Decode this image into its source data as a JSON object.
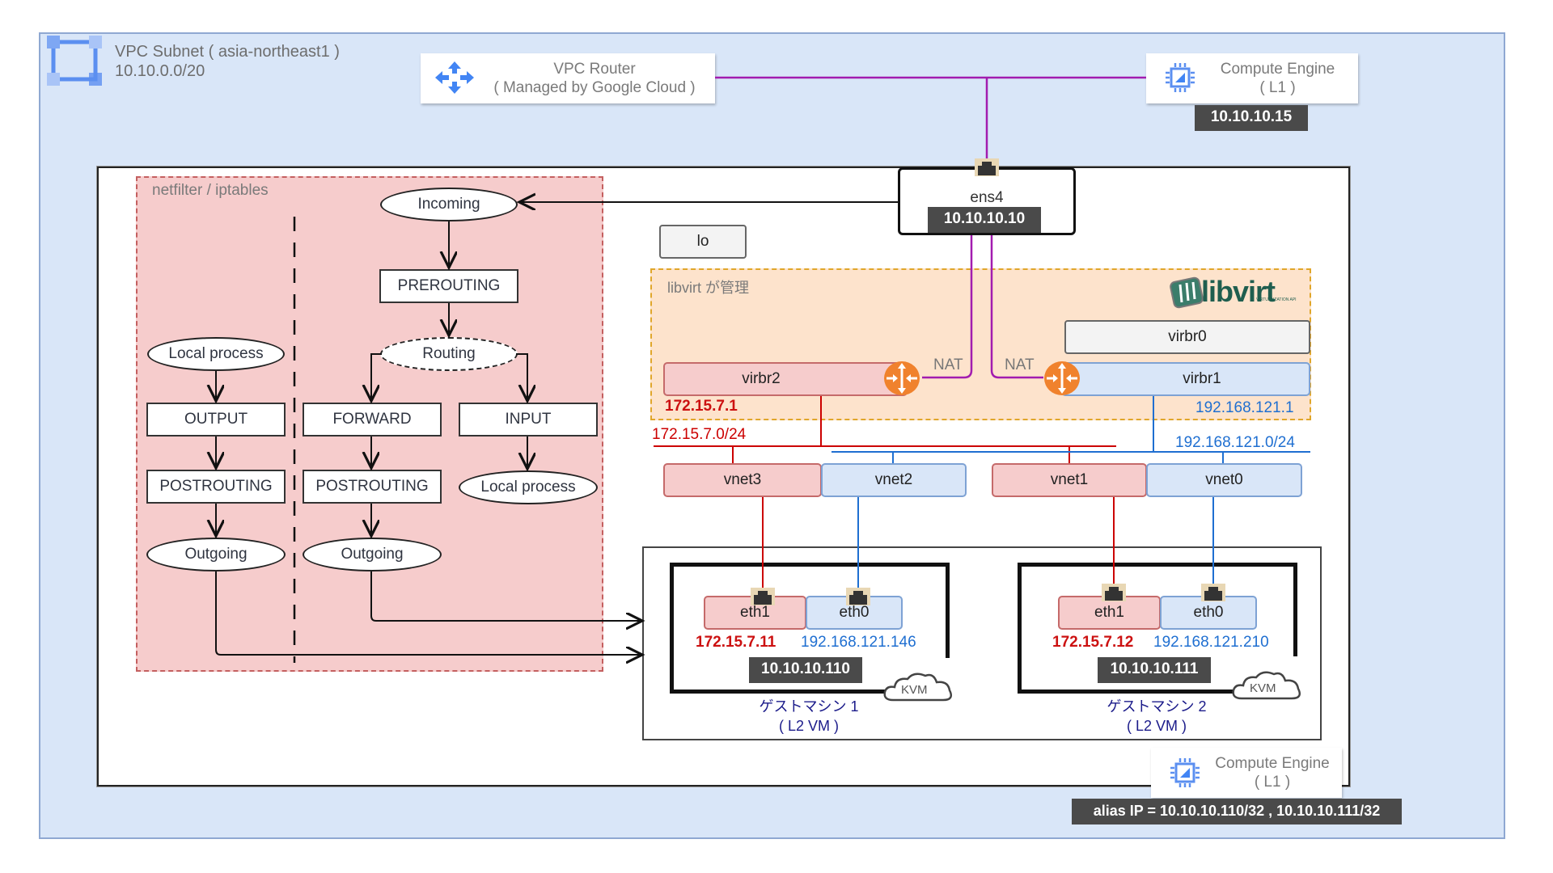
{
  "vpc_subnet": {
    "title": "VPC Subnet ( asia-northeast1 )",
    "cidr": "10.10.0.0/20",
    "icon": "vpc-subnet-icon",
    "color": "#d9e6f8"
  },
  "vpc_router": {
    "title": "VPC Router",
    "subtitle": "( Managed by Google Cloud )",
    "icon": "vpc-router-icon"
  },
  "compute_engine_top": {
    "title": "Compute Engine",
    "subtitle": "( L1 )",
    "ip": "10.10.10.15",
    "icon": "compute-engine-icon"
  },
  "compute_engine_bottom": {
    "title": "Compute Engine",
    "subtitle": "( L1 )",
    "alias_ip": "alias IP = 10.10.10.110/32 , 10.10.10.111/32",
    "icon": "compute-engine-icon"
  },
  "ens4": {
    "name": "ens4",
    "ip": "10.10.10.10",
    "icon": "ethernet-port-icon"
  },
  "lo": {
    "name": "lo"
  },
  "netfilter": {
    "title": "netfilter / iptables",
    "nodes": {
      "incoming": "Incoming",
      "prerouting": "PREROUTING",
      "routing": "Routing",
      "forward": "FORWARD",
      "input": "INPUT",
      "postrouting_fwd": "POSTROUTING",
      "local_process_in": "Local process",
      "outgoing_fwd": "Outgoing",
      "local_process_out": "Local process",
      "output": "OUTPUT",
      "postrouting_out": "POSTROUTING",
      "outgoing_out": "Outgoing"
    },
    "color": "#f6cccc"
  },
  "libvirt": {
    "title": "libvirt が管理",
    "logo_text": "libvirt",
    "logo_sub": "VIRTUALIZATION API",
    "color": "#fde3cc",
    "bridges": {
      "virbr0": {
        "name": "virbr0"
      },
      "virbr1": {
        "name": "virbr1",
        "ip": "192.168.121.1",
        "nat_label": "NAT"
      },
      "virbr2": {
        "name": "virbr2",
        "ip": "172.15.7.1",
        "nat_label": "NAT"
      }
    }
  },
  "networks": {
    "red": {
      "cidr": "172.15.7.0/24",
      "color": "#cc0000"
    },
    "blue": {
      "cidr": "192.168.121.0/24",
      "color": "#1f6fd1"
    }
  },
  "vnets": [
    "vnet3",
    "vnet2",
    "vnet1",
    "vnet0"
  ],
  "guests": [
    {
      "name": "ゲストマシン 1",
      "type": "( L2 VM )",
      "eth1": {
        "name": "eth1",
        "ip": "172.15.7.11"
      },
      "eth0": {
        "name": "eth0",
        "ip": "192.168.121.146"
      },
      "alias_ip": "10.10.10.110",
      "hypervisor": "KVM"
    },
    {
      "name": "ゲストマシン 2",
      "type": "( L2 VM )",
      "eth1": {
        "name": "eth1",
        "ip": "172.15.7.12"
      },
      "eth0": {
        "name": "eth0",
        "ip": "192.168.121.210"
      },
      "alias_ip": "10.10.10.111",
      "hypervisor": "KVM"
    }
  ],
  "colors": {
    "l1_link": "#a21caf",
    "router_orange": "#f0822d",
    "badge_dark": "#4a4a4a"
  }
}
